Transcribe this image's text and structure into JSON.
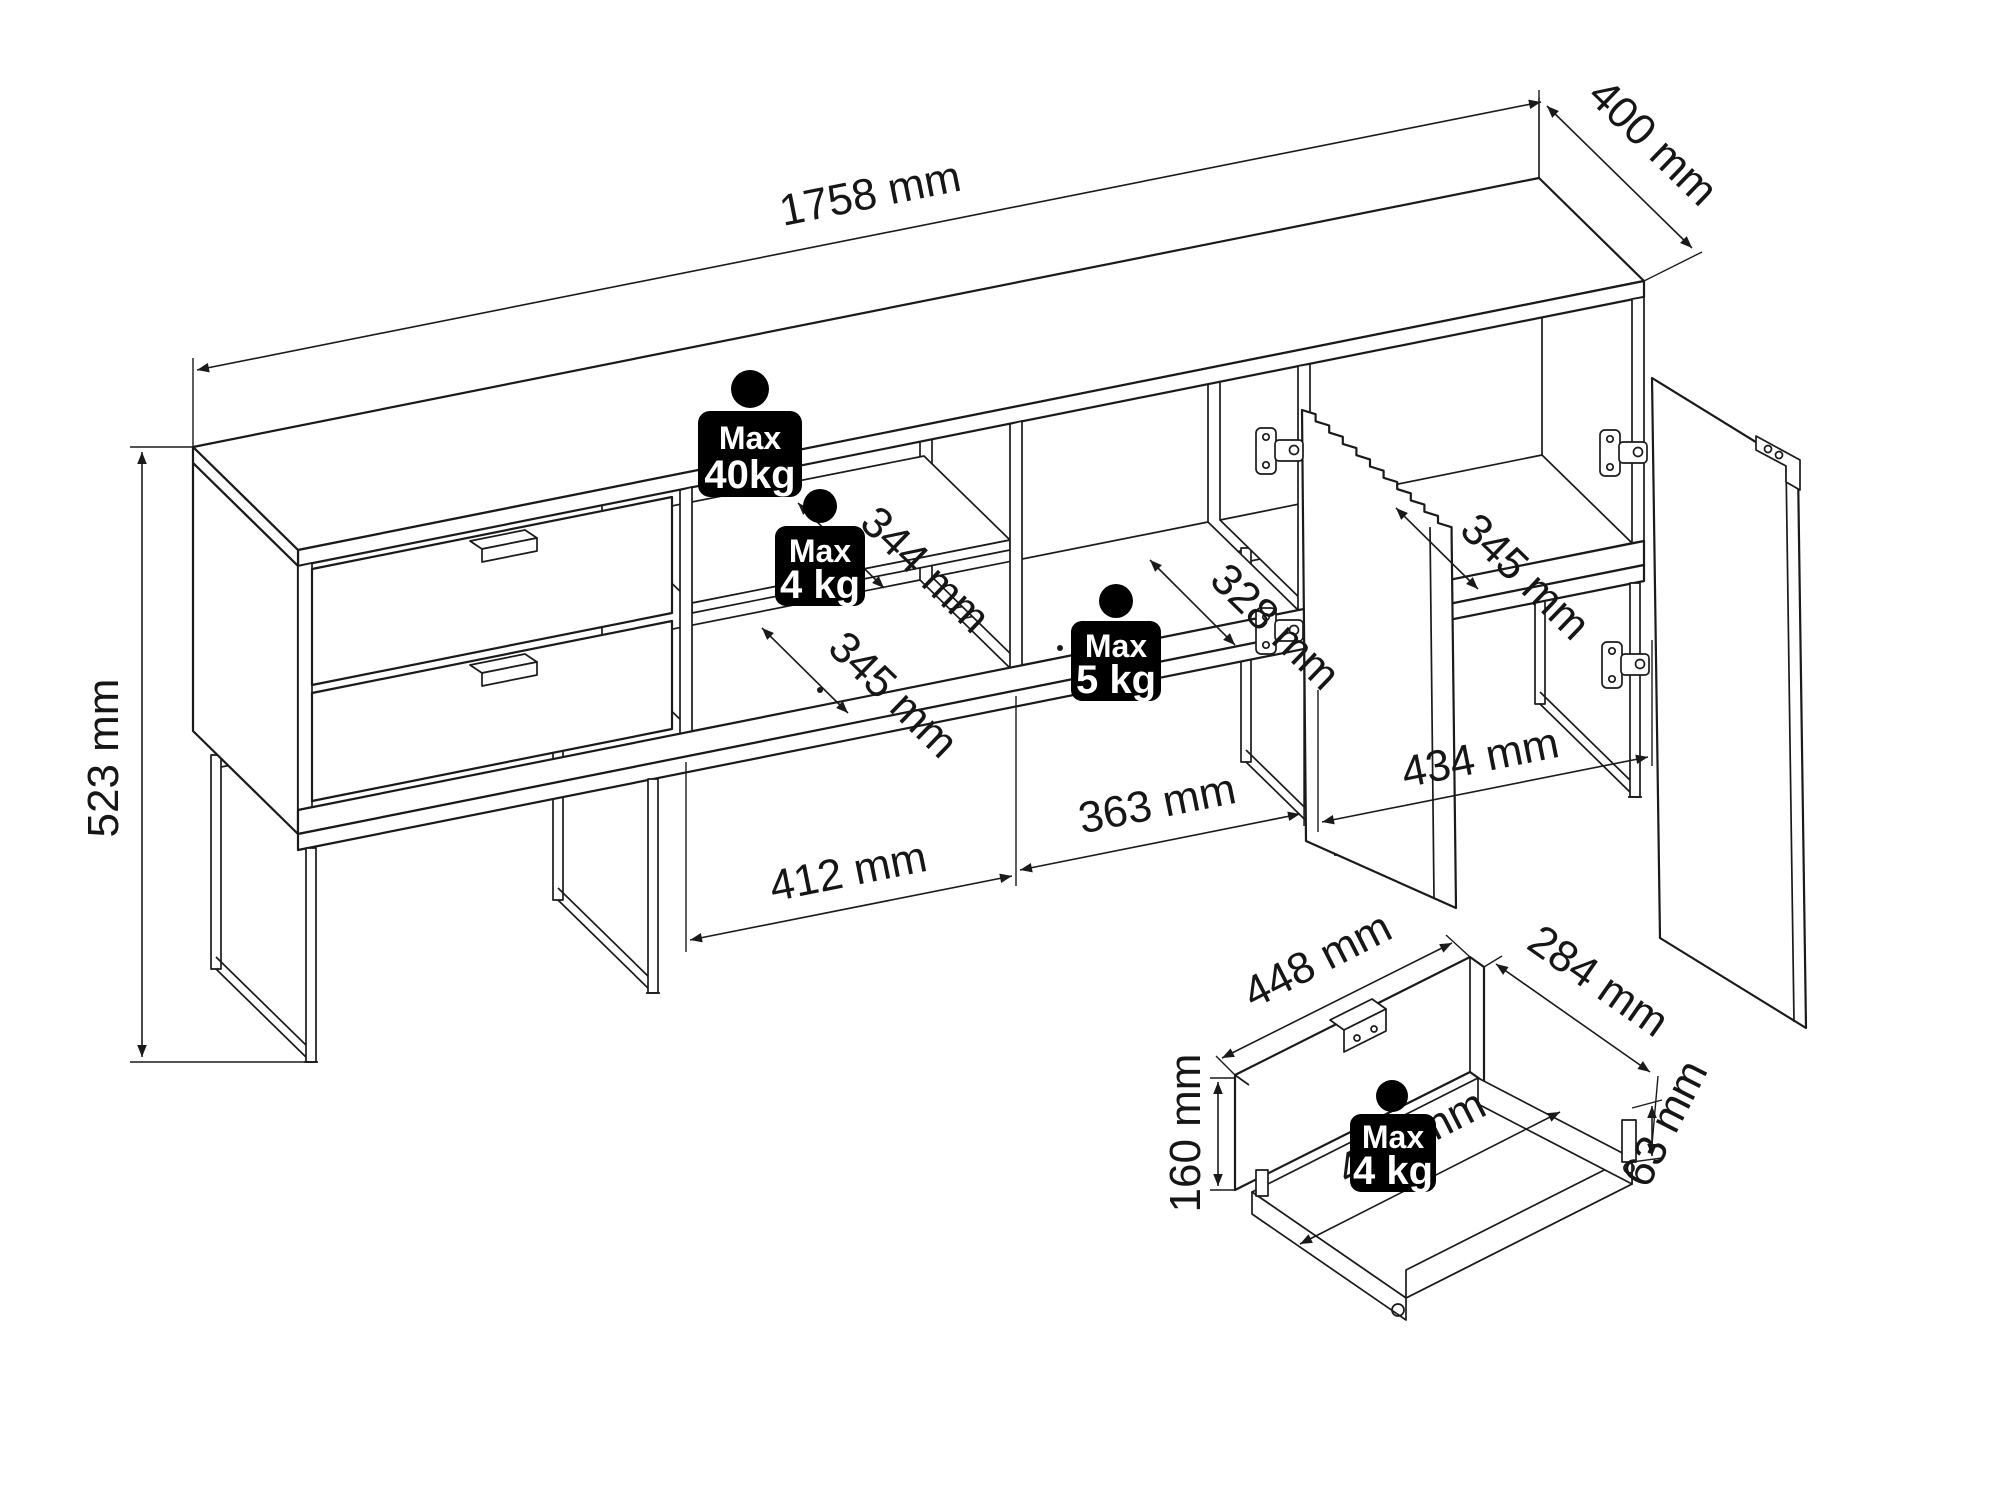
{
  "drawing": {
    "kind": "furniture technical drawing",
    "line_color": "#1a1a1a",
    "background_color": "#ffffff",
    "units": "mm"
  },
  "main_view": {
    "overall_width": "1758 mm",
    "overall_depth": "400 mm",
    "overall_height": "523 mm",
    "top_load_max": "Max",
    "top_load_value": "40kg",
    "shelf_load_max": "Max",
    "shelf_load_value": "4 kg",
    "middle_load_max": "Max",
    "middle_load_value": "5 kg",
    "shelf_upper_depth": "344 mm",
    "shelf_lower_depth": "345 mm",
    "middle_compartment_depth": "328 mm",
    "right_compartment_depth": "345 mm",
    "shelf_section_width": "412 mm",
    "middle_section_width": "363 mm",
    "door_section_width": "434 mm"
  },
  "detail_view": {
    "drawer_width": "448 mm",
    "drawer_depth": "284 mm",
    "drawer_front_height": "160 mm",
    "drawer_inner_width": "443 mm",
    "drawer_side_height": "63 mm",
    "drawer_load_max": "Max",
    "drawer_load_value": "4 kg"
  }
}
